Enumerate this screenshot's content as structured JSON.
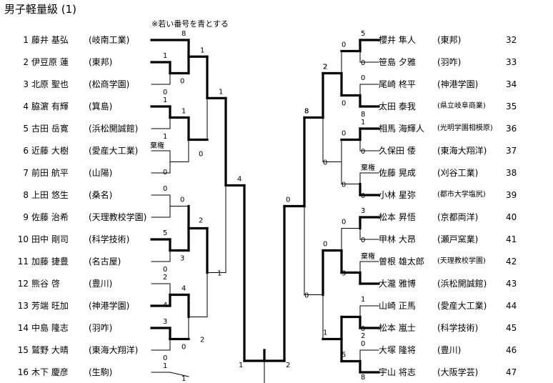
{
  "title": "男子軽量級 (1)",
  "note": "※若い番号を青とする",
  "left": [
    {
      "no": "1",
      "name": "藤井 基弘",
      "team": "(岐南工業)"
    },
    {
      "no": "2",
      "name": "伊豆原 蓮",
      "team": "(東邦)"
    },
    {
      "no": "3",
      "name": "北原 聖也",
      "team": "(松商学園)"
    },
    {
      "no": "4",
      "name": "脇濵 有輝",
      "team": "(箕島)"
    },
    {
      "no": "5",
      "name": "古田 岳寛",
      "team": "(浜松開誠館)"
    },
    {
      "no": "6",
      "name": "近藤 大樹",
      "team": "(愛産大工業)"
    },
    {
      "no": "7",
      "name": "前田 航平",
      "team": "(山陽)"
    },
    {
      "no": "8",
      "name": "上田 悠生",
      "team": "(桑名)"
    },
    {
      "no": "9",
      "name": "佐藤 治希",
      "team": "(天理教校学園)"
    },
    {
      "no": "10",
      "name": "田中 剛司",
      "team": "(科学技術)"
    },
    {
      "no": "11",
      "name": "加藤 捷豊",
      "team": "(名古屋)"
    },
    {
      "no": "12",
      "name": "熊谷 啓",
      "team": "(豊川)"
    },
    {
      "no": "13",
      "name": "芳端 旺加",
      "team": "(神港学園)"
    },
    {
      "no": "14",
      "name": "中島 隆志",
      "team": "(羽咋)"
    },
    {
      "no": "15",
      "name": "鷲野 大晴",
      "team": "(東海大翔洋)"
    },
    {
      "no": "16",
      "name": "木下 慶彦",
      "team": "(生駒)"
    }
  ],
  "right": [
    {
      "no": "32",
      "name": "櫻井 隼人",
      "team": "(東邦)"
    },
    {
      "no": "33",
      "name": "笹島 夕雅",
      "team": "(羽咋)"
    },
    {
      "no": "34",
      "name": "尾崎 柊平",
      "team": "(神港学園)"
    },
    {
      "no": "35",
      "name": "太田 泰我",
      "team": "(県立岐阜商業)"
    },
    {
      "no": "36",
      "name": "相馬 海輝人",
      "team": "(光明学園相模原)"
    },
    {
      "no": "37",
      "name": "久保田 倭",
      "team": "(東海大翔洋)"
    },
    {
      "no": "38",
      "name": "佐藤 晃成",
      "team": "(刈谷工業)"
    },
    {
      "no": "39",
      "name": "小林 星弥",
      "team": "(都市大学塩尻)"
    },
    {
      "no": "40",
      "name": "松本 昇悟",
      "team": "(京都両洋)"
    },
    {
      "no": "41",
      "name": "甲林 大昂",
      "team": "(瀬戸窯業)"
    },
    {
      "no": "42",
      "name": "曽根 雄太郎",
      "team": "(天理教校学園)"
    },
    {
      "no": "43",
      "name": "大瀧 雅博",
      "team": "(浜松開誠館)"
    },
    {
      "no": "44",
      "name": "山崎 正馬",
      "team": "(愛産大工業)"
    },
    {
      "no": "45",
      "name": "松本 嵐士",
      "team": "(科学技術)"
    },
    {
      "no": "46",
      "name": "大塚 隆将",
      "team": "(豊川)"
    },
    {
      "no": "47",
      "name": "宇山 将志",
      "team": "(大阪学芸)"
    }
  ],
  "scores": {
    "l1": "8",
    "l2": "1",
    "l3": "0",
    "l4": "0",
    "l5": "1",
    "l6": "1",
    "l7": "0",
    "l8": "0",
    "l9": "0",
    "l10": "0",
    "l11": "5",
    "l12": "3",
    "l13": "2",
    "l14": "4",
    "l15": "3",
    "l16": "0",
    "l17": "1",
    "r1": "1",
    "r2": "1",
    "r3": "1",
    "r4": "4",
    "r5": "2",
    "r6": "4",
    "r7": "1",
    "r8": "2",
    "r9": "1",
    "b1": "5",
    "b2": "0",
    "b3": "0",
    "b4": "8",
    "b5": "2",
    "b6": "8",
    "b7": "1",
    "b8": "0",
    "b9": "0",
    "b10": "0",
    "b11": "0",
    "b12": "3",
    "b13": "0",
    "b14": "3",
    "b15": "0",
    "b16": "1",
    "b17": "0",
    "b18": "2",
    "b19": "1",
    "b20": "0",
    "b21": "5",
    "b22": "8",
    "c1": "0",
    "c2": "1",
    "c3": "2"
  },
  "forfeit_label": "棄権"
}
